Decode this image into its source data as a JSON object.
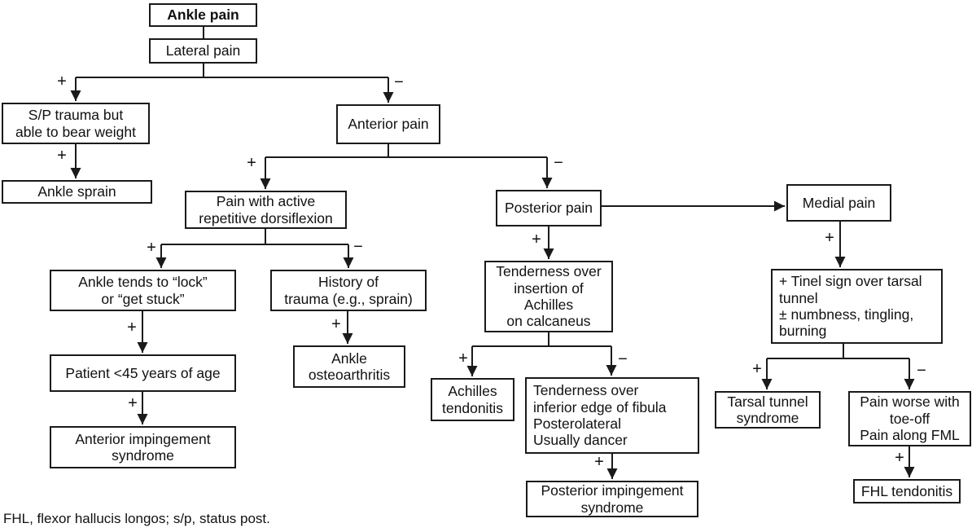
{
  "colors": {
    "ink": "#1a1a1a",
    "background": "#ffffff"
  },
  "nodes": {
    "ankle_pain": "Ankle pain",
    "lateral_pain": "Lateral pain",
    "sp_trauma": "S/P trauma but\nable to bear weight",
    "ankle_sprain": "Ankle sprain",
    "anterior_pain": "Anterior pain",
    "dorsiflexion": "Pain with active\nrepetitive dorsiflexion",
    "posterior_pain": "Posterior pain",
    "medial_pain": "Medial pain",
    "lock_stuck": "Ankle tends to “lock”\nor “get stuck”",
    "history_trauma": "History of\ntrauma (e.g., sprain)",
    "patient_under_45": "Patient <45 years of age",
    "ankle_osteoarthritis": "Ankle\nosteoarthritis",
    "anterior_impingement": "Anterior impingement\nsyndrome",
    "tenderness_achilles": "Tenderness over\ninsertion of\nAchilles\non calcaneus",
    "achilles_tendonitis": "Achilles\ntendonitis",
    "tenderness_fibula": "Tenderness over\ninferior edge of fibula\nPosterolateral\nUsually dancer",
    "posterior_impingement": "Posterior impingement\nsyndrome",
    "tinel_sign": "+ Tinel sign over tarsal\ntunnel\n± numbness, tingling,\nburning",
    "tarsal_tunnel": "Tarsal tunnel\nsyndrome",
    "pain_toe_off": "Pain worse with\ntoe-off\nPain along FML",
    "fhl_tendonitis": "FHL tendonitis"
  },
  "edge_labels": {
    "lateral_left": "+",
    "lateral_right": "−",
    "sp_to_sprain": "+",
    "anterior_left": "+",
    "anterior_right": "−",
    "dorsi_left": "+",
    "dorsi_right": "−",
    "lock_to_patient": "+",
    "history_to_oa": "+",
    "patient_to_impingement": "+",
    "posterior_to_tenderness": "+",
    "tenderness_left": "+",
    "tenderness_right": "−",
    "fibula_to_impingement": "+",
    "medial_to_tinel": "+",
    "tinel_left": "+",
    "tinel_right": "−",
    "toeoff_to_fhl": "+"
  },
  "footnote": "FHL, flexor hallucis longos; s/p, status post."
}
